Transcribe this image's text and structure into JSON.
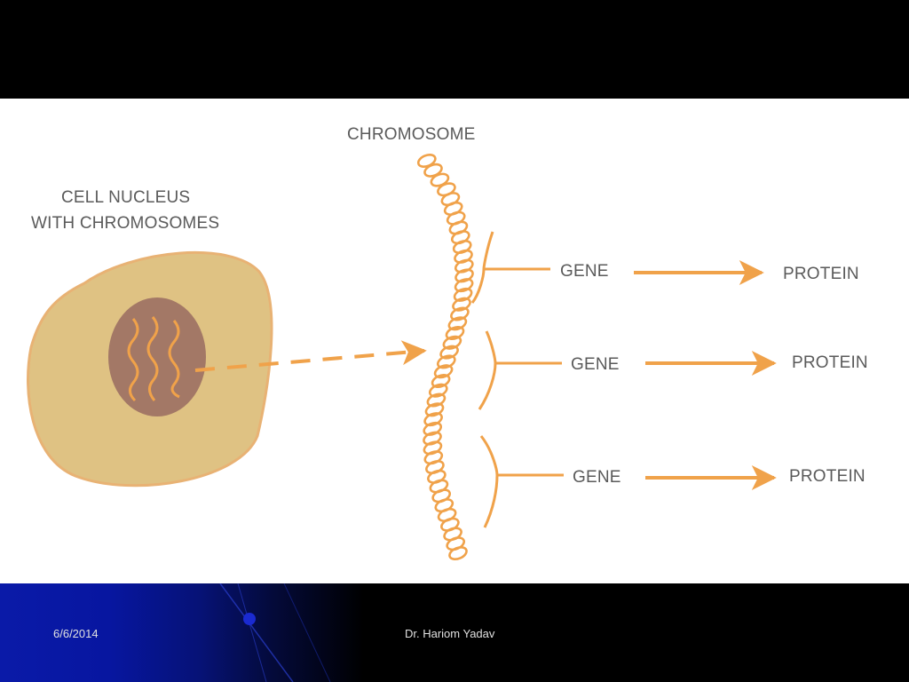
{
  "diagram": {
    "labels": {
      "nucleus_line1": "CELL NUCLEUS",
      "nucleus_line2": "WITH CHROMOSOMES",
      "chromosome": "CHROMOSOME",
      "genes": [
        "GENE",
        "GENE",
        "GENE"
      ],
      "proteins": [
        "PROTEIN",
        "PROTEIN",
        "PROTEIN"
      ]
    },
    "colors": {
      "cell": "#dfc283",
      "cell_outline": "#e8b274",
      "nucleus": "#a37866",
      "strand": "#f0a24a",
      "label": "#5a5a5a"
    }
  },
  "footer": {
    "date": "6/6/2014",
    "author": "Dr. Hariom Yadav"
  }
}
